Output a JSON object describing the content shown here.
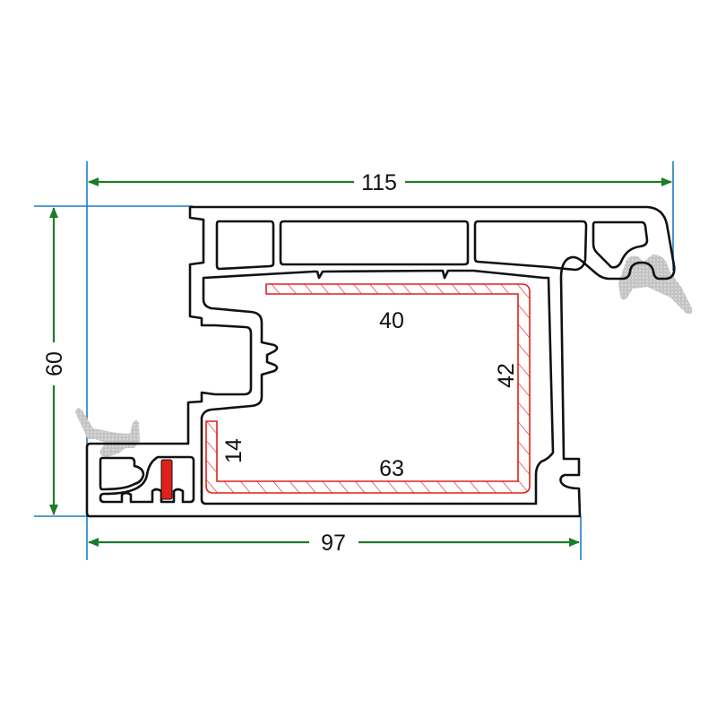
{
  "title": "Window profile cross-section",
  "dimensions": {
    "overall_width": "115",
    "height": "60",
    "base_width": "97",
    "reinforcement_top": "40",
    "reinforcement_side": "42",
    "reinforcement_bottom": "63",
    "reinforcement_lip": "14"
  },
  "colors": {
    "dimension_arrow": "#1f7a2a",
    "extension_line": "#1b7fc4",
    "reinforcement": "#e0201b",
    "seal": "#b8b8b8",
    "profile": "#111111"
  }
}
